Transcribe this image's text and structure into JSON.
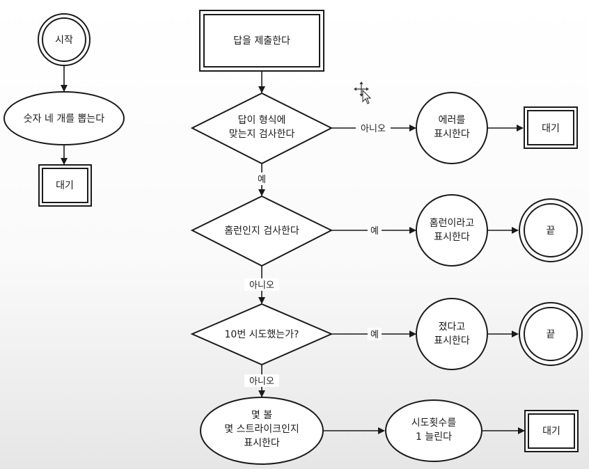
{
  "diagram": {
    "nodes": {
      "start": [
        "시작"
      ],
      "pick": [
        "숫자 네 개를 뽑는다"
      ],
      "wait1": [
        "대기"
      ],
      "submit": [
        "답을 제출한다"
      ],
      "validate": [
        "답이 형식에",
        "맞는지 검사한다"
      ],
      "error": [
        "에러를",
        "표시한다"
      ],
      "wait2": [
        "대기"
      ],
      "homerun_check": [
        "홈런인지 검사한다"
      ],
      "homerun_show": [
        "홈런이라고",
        "표시한다"
      ],
      "end1": [
        "끝"
      ],
      "tries_check": [
        "10번 시도했는가?"
      ],
      "lost_show": [
        "졌다고",
        "표시한다"
      ],
      "end2": [
        "끝"
      ],
      "score_show": [
        "몇 볼",
        "몇 스트라이크인지",
        "표시한다"
      ],
      "inc_tries": [
        "시도횟수를",
        "1 늘린다"
      ],
      "wait3": [
        "대기"
      ]
    },
    "edge_labels": {
      "validate_no": "아니오",
      "validate_yes": "예",
      "homerun_yes": "예",
      "homerun_no": "아니오",
      "tries_yes": "예",
      "tries_no": "아니오"
    }
  }
}
